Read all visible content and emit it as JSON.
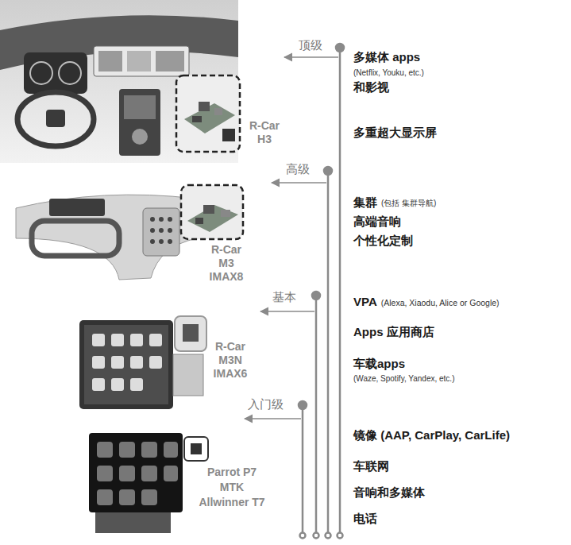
{
  "diagram": {
    "labels": [
      "顶级",
      "多媒体 apps",
      "(Netflix, Youku, etc.)",
      "和影视",
      "多重超大显示屏",
      "R-Car H3",
      "高级",
      "集群",
      "(包括 集群导航)",
      "高端音响",
      "个性化定制",
      "R-Car M3",
      "IMAX8",
      "基本",
      "VPA",
      "(Alexa, Xiaodu, Alice or Google)",
      "Apps 应用商店",
      "车载apps",
      "(Waze, Spotify, Yandex, etc.)",
      "R-Car M3N",
      "IMAX6",
      "入门级",
      "镜像 (AAP, CarPlay, CarLife)",
      "车联网",
      "音响和多媒体",
      "电话",
      "Parrot P7",
      "MTK",
      "Allwinner T7"
    ]
  }
}
